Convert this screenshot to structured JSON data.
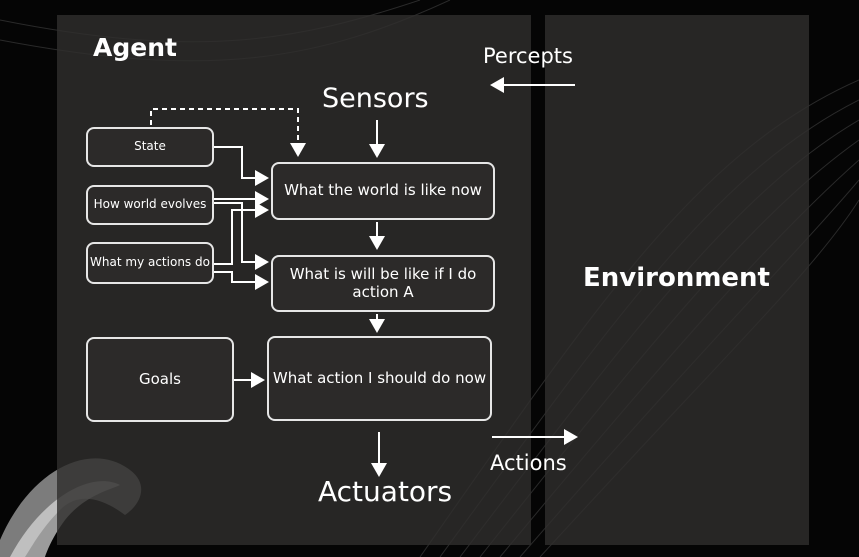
{
  "agent_label": "Agent",
  "environment_label": "Environment",
  "percepts_label": "Percepts",
  "actions_label": "Actions",
  "sensors_label": "Sensors",
  "actuators_label": "Actuators",
  "inputs": {
    "state": "State",
    "world_evolves": "How world evolves",
    "actions_do": "What my actions do",
    "goals": "Goals"
  },
  "process": {
    "world_now": "What the world is like now",
    "if_action": "What is will be like if I do action A",
    "should_do": "What action I should do now"
  },
  "colors": {
    "background": "#050505",
    "panel": "#302e2d",
    "box_border": "#e6e6e6",
    "text": "#ffffff"
  }
}
